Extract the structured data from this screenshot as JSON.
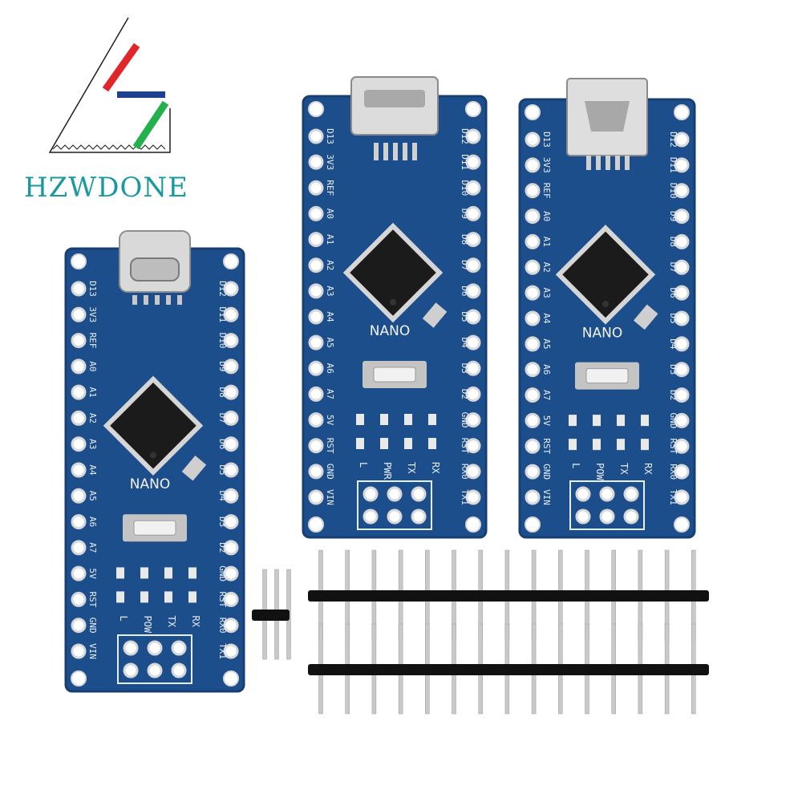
{
  "brand": {
    "name": "HZWDONE",
    "logo_colors": {
      "red": "#e0262b",
      "blue": "#1f3f8f",
      "green": "#22b14c",
      "line": "#1e1e1e"
    }
  },
  "colors": {
    "pcb": "#1d4e8c",
    "pcb_dark": "#173f73",
    "hole_ring": "#d8d8d8",
    "chip": "#1b1b1b",
    "header_pin": "#c9c9c9",
    "header_plastic": "#111111"
  },
  "boards": [
    {
      "connector": "usb-c",
      "left_pins": [
        "D13",
        "3V3",
        "REF",
        "A0",
        "A1",
        "A2",
        "A3",
        "A4",
        "A5",
        "A6",
        "A7",
        "5V",
        "RST",
        "GND",
        "VIN"
      ],
      "right_pins": [
        "D12",
        "D11",
        "D10",
        "D9",
        "D8",
        "D7",
        "D6",
        "D5",
        "D4",
        "D3",
        "D2",
        "GND",
        "RST",
        "RX0",
        "TX1"
      ],
      "nano_label": "NANO",
      "leds": [
        "L",
        "POW",
        "TX",
        "RX"
      ]
    },
    {
      "connector": "micro-usb",
      "left_pins": [
        "D13",
        "3V3",
        "REF",
        "A0",
        "A1",
        "A2",
        "A3",
        "A4",
        "A5",
        "A6",
        "A7",
        "5V",
        "RST",
        "GND",
        "VIN"
      ],
      "right_pins": [
        "D12",
        "D11",
        "D10",
        "D9",
        "D8",
        "D7",
        "D6",
        "D5",
        "D4",
        "D3",
        "D2",
        "GND",
        "RST",
        "RX0",
        "TX1"
      ],
      "nano_label": "NANO",
      "leds": [
        "L",
        "PWR",
        "TX",
        "RX"
      ]
    },
    {
      "connector": "mini-usb",
      "left_pins": [
        "D13",
        "3V3",
        "REF",
        "A0",
        "A1",
        "A2",
        "A3",
        "A4",
        "A5",
        "A6",
        "A7",
        "5V",
        "RST",
        "GND",
        "VIN"
      ],
      "right_pins": [
        "D12",
        "D11",
        "D10",
        "D9",
        "D8",
        "D7",
        "D6",
        "D5",
        "D4",
        "D3",
        "D2",
        "GND",
        "RST",
        "RX0",
        "TX1"
      ],
      "nano_label": "NANO",
      "leds": [
        "L",
        "POW",
        "TX",
        "RX"
      ]
    }
  ],
  "headers": {
    "long_strip_pins": 15,
    "short_strip_pins": 3
  }
}
